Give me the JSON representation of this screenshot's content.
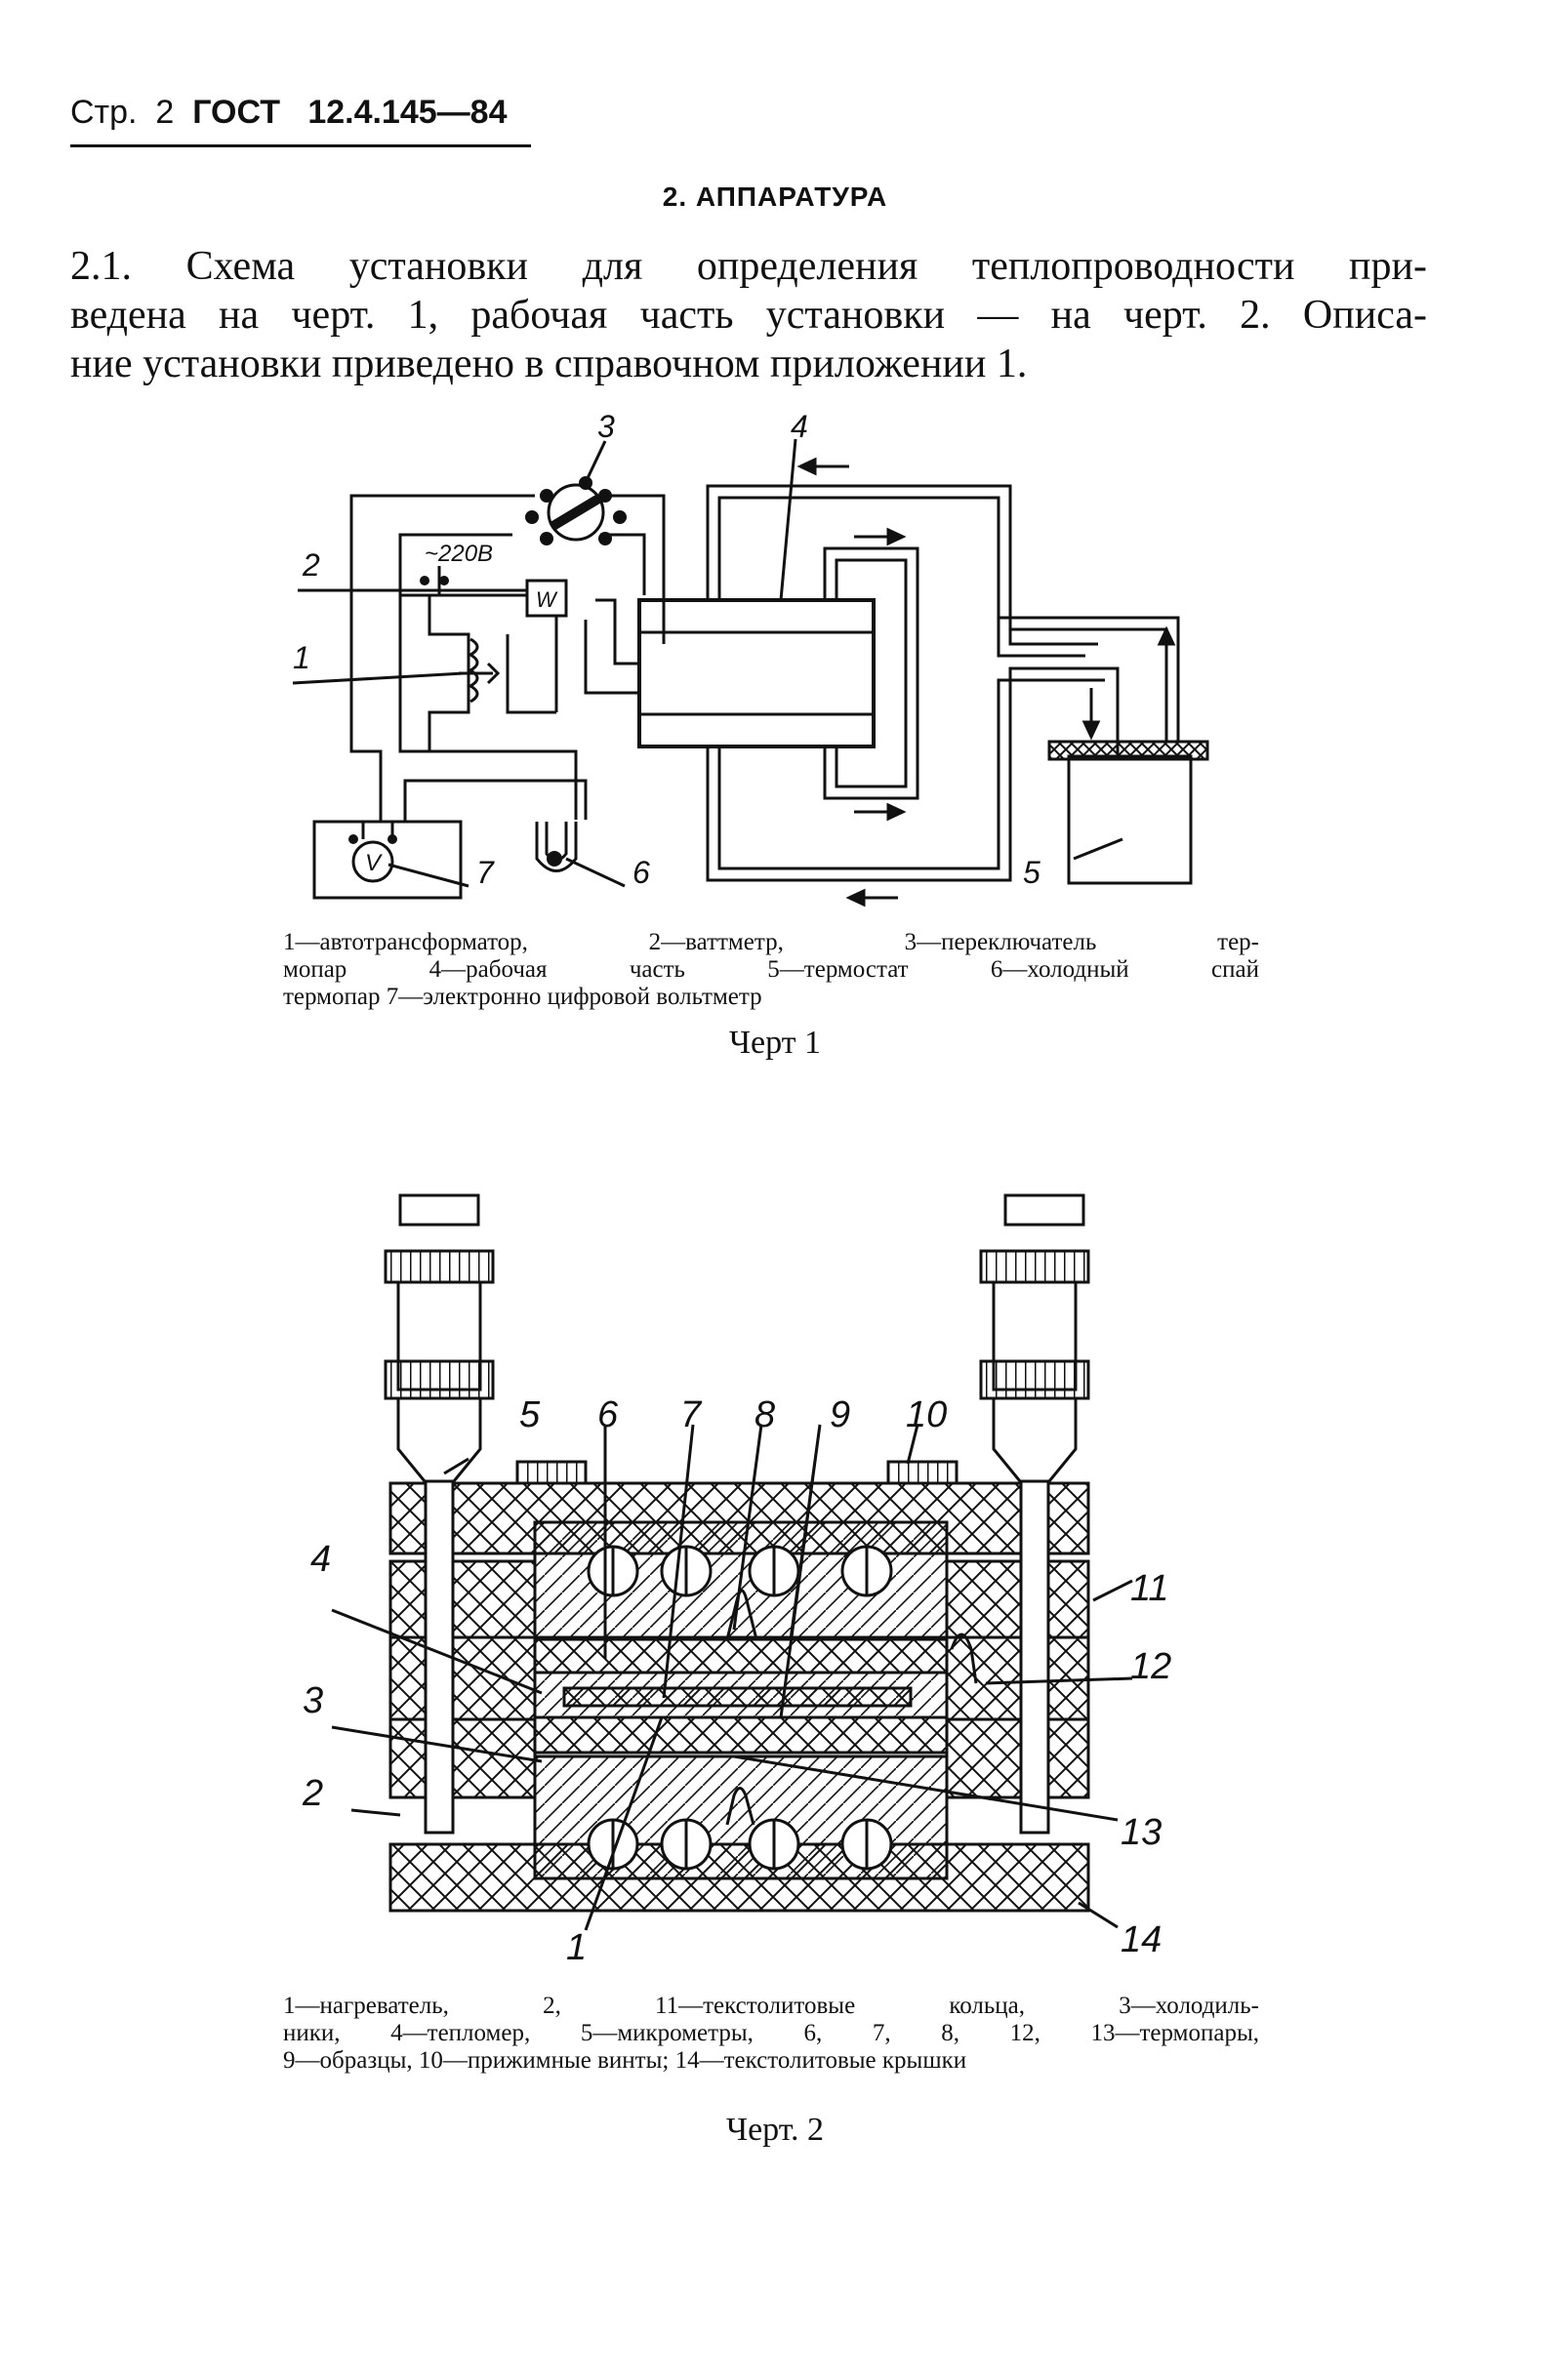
{
  "header": {
    "page_prefix": "Стр.",
    "page_number": "2",
    "standard": "ГОСТ",
    "standard_number": "12.4.145—84"
  },
  "section_title": "2. АППАРАТУРА",
  "paragraph_lines": [
    "2.1. Схема установки для определения теплопроводности при-",
    "ведена на черт. 1, рабочая часть установки — на черт. 2. Описа-",
    "ние установки приведено в справочном приложении 1."
  ],
  "figure1": {
    "labels": {
      "n1": "1",
      "n2": "2",
      "n3": "3",
      "n4": "4",
      "n5": "5",
      "n6": "6",
      "n7": "7",
      "voltage": "~220В",
      "wattmeter": "W",
      "voltmeter": "V"
    },
    "caption_lines": [
      "1—автотрансформатор, 2—ваттметр, 3—переключатель тер-",
      "мопар 4—рабочая часть 5—термостат 6—холодный спай",
      "термопар 7—электронно цифровой вольтметр"
    ],
    "label": "Черт 1"
  },
  "figure2": {
    "labels": {
      "n1": "1",
      "n2": "2",
      "n3": "3",
      "n4": "4",
      "n5": "5",
      "n6": "6",
      "n7": "7",
      "n8": "8",
      "n9": "9",
      "n10": "10",
      "n11": "11",
      "n12": "12",
      "n13": "13",
      "n14": "14"
    },
    "caption_lines": [
      "1—нагреватель, 2, 11—текстолитовые кольца, 3—холодиль-",
      "ники, 4—тепломер, 5—микрометры, 6, 7, 8, 12, 13—термопары,",
      "9—образцы, 10—прижимные винты; 14—текстолитовые крышки"
    ],
    "label": "Черт. 2"
  }
}
